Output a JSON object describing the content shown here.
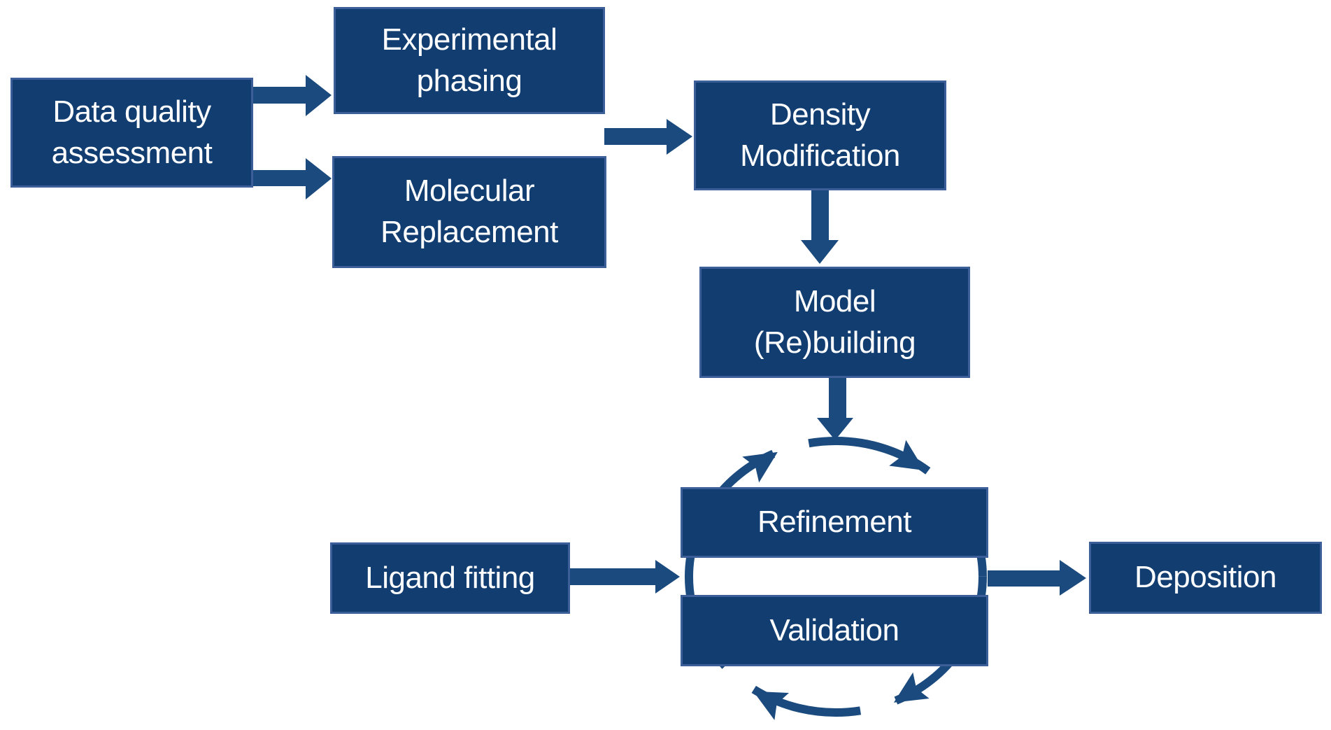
{
  "colors": {
    "background": "#FFFFFF",
    "box_fill": "#113D71",
    "box_border": "#3C5F9A",
    "arrow": "#1A4A7E",
    "text": "#FFFFFF"
  },
  "nodes": {
    "data_quality": {
      "label": "Data quality\nassessment"
    },
    "experimental_phasing": {
      "label": "Experimental\nphasing"
    },
    "molecular_replacement": {
      "label": "Molecular\nReplacement"
    },
    "density_modification": {
      "label": "Density\nModification"
    },
    "model_rebuilding": {
      "label": "Model\n(Re)building"
    },
    "refinement": {
      "label": "Refinement"
    },
    "validation": {
      "label": "Validation"
    },
    "ligand_fitting": {
      "label": "Ligand fitting"
    },
    "deposition": {
      "label": "Deposition"
    }
  },
  "connections": [
    {
      "from": "data_quality",
      "to": "experimental_phasing",
      "type": "arrow"
    },
    {
      "from": "data_quality",
      "to": "molecular_replacement",
      "type": "arrow"
    },
    {
      "from": "experimental_phasing / molecular_replacement",
      "to": "density_modification",
      "type": "arrow"
    },
    {
      "from": "density_modification",
      "to": "model_rebuilding",
      "type": "arrow"
    },
    {
      "from": "model_rebuilding",
      "to": "refinement_validation_cycle",
      "type": "arrow"
    },
    {
      "from": "ligand_fitting",
      "to": "refinement_validation_cycle",
      "type": "arrow"
    },
    {
      "from": "refinement_validation_cycle",
      "to": "deposition",
      "type": "arrow"
    },
    {
      "from": "refinement",
      "to": "validation",
      "type": "cycle-clockwise"
    },
    {
      "from": "validation",
      "to": "refinement",
      "type": "cycle-clockwise"
    }
  ]
}
